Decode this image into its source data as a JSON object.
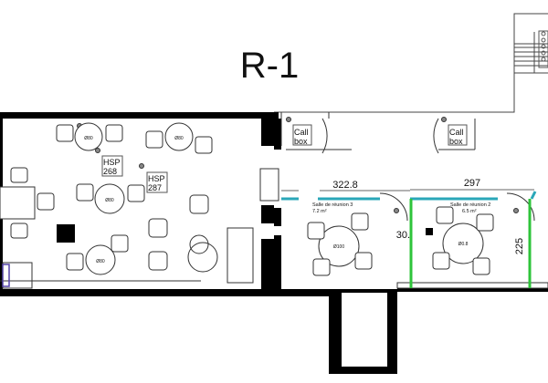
{
  "level_title": "R-1",
  "call_boxes": [
    "Call box",
    "Call box"
  ],
  "call_box_lines": [
    [
      "Call",
      "box"
    ],
    [
      "Call",
      "box"
    ]
  ],
  "hsp_tags": [
    {
      "line1": "HSP",
      "line2": "268"
    },
    {
      "line1": "HSP",
      "line2": "287"
    }
  ],
  "dimensions": {
    "room3_width": "322.8",
    "room2_width": "297",
    "room2_depth": "225",
    "partial": "30."
  },
  "rooms": [
    {
      "name": "Salle de réunion 3",
      "area": "7.2 m²",
      "table": "Ø100"
    },
    {
      "name": "Salle de réunion 2",
      "area": "6.5 m²",
      "table": "Ø0.8"
    }
  ],
  "table_labels": [
    "Ø80",
    "Ø80",
    "Ø80",
    "Ø80"
  ],
  "colors": {
    "wall": "#000000",
    "glass": "#2aa7b8",
    "partition": "#2ec43a",
    "line": "#333333"
  }
}
